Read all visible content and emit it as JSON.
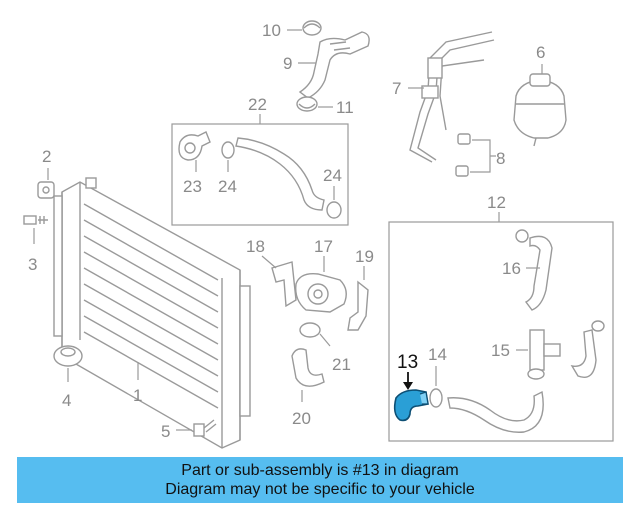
{
  "diagram": {
    "callouts": {
      "c1": "1",
      "c2": "2",
      "c3": "3",
      "c4": "4",
      "c5": "5",
      "c6": "6",
      "c7": "7",
      "c8": "8",
      "c9": "9",
      "c10": "10",
      "c11": "11",
      "c12": "12",
      "c13": "13",
      "c14": "14",
      "c15": "15",
      "c16": "16",
      "c17": "17",
      "c18": "18",
      "c19": "19",
      "c20": "20",
      "c21": "21",
      "c22": "22",
      "c23": "23",
      "c24a": "24",
      "c24b": "24"
    },
    "highlight_color": "#2a9fd6",
    "highlight_part": "13"
  },
  "banner": {
    "line1": "Part or sub-assembly is #13 in diagram",
    "line2": "Diagram may not be specific to your vehicle",
    "color": "#56bdf0"
  }
}
